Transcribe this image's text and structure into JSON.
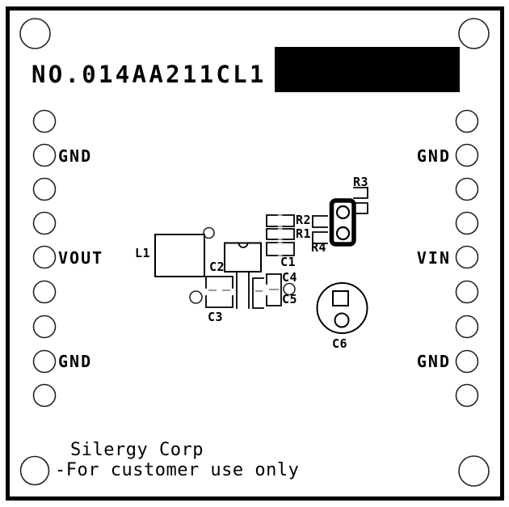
{
  "board": {
    "title": "NO.014AA211CL1",
    "footer": {
      "line1": "Silergy Corp",
      "line2": "-For customer use only"
    },
    "left_pins": {
      "top": "GND",
      "middle": "VOUT",
      "bottom": "GND"
    },
    "right_pins": {
      "top": "GND",
      "middle": "VIN",
      "bottom": "GND"
    },
    "components": {
      "l1": "L1",
      "c1": "C1",
      "c2": "C2",
      "c3": "C3",
      "c4": "C4",
      "c5": "C5",
      "c6": "C6",
      "r1": "R1",
      "r2": "R2",
      "r3": "R3",
      "r4": "R4"
    },
    "colors": {
      "ink": "#000000",
      "background": "#ffffff",
      "dash": "#8c8c8c"
    }
  }
}
